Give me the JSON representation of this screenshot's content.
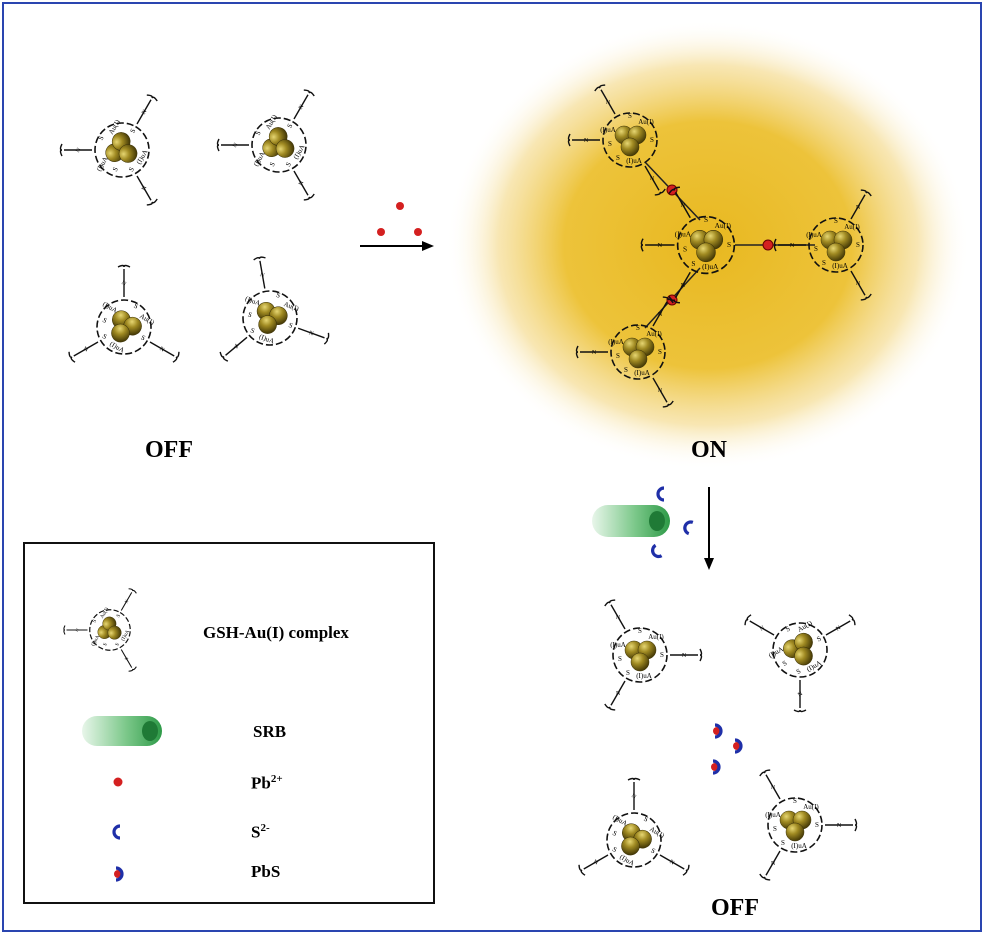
{
  "states": {
    "off_top": "OFF",
    "on": "ON",
    "off_bottom": "OFF"
  },
  "complex_labels": {
    "s": "S",
    "au1": "Au(I)",
    "au1_rev": "(I)uA",
    "n": "N"
  },
  "legend": {
    "complex": "GSH-Au(I) complex",
    "srb": "SRB",
    "pb_base": "Pb",
    "pb_sup": "2+",
    "s_base": "S",
    "s_sup": "2-",
    "pbs": "PbS"
  },
  "colors": {
    "gold_dark": "#6b5a10",
    "gold_mid": "#a08a22",
    "gold_light": "#d8c860",
    "glow": "#e8b820",
    "pb": "#d42020",
    "sulfide": "#1f2fa8",
    "srb_green": "#2e9a48",
    "frame": "#2a45b0"
  }
}
